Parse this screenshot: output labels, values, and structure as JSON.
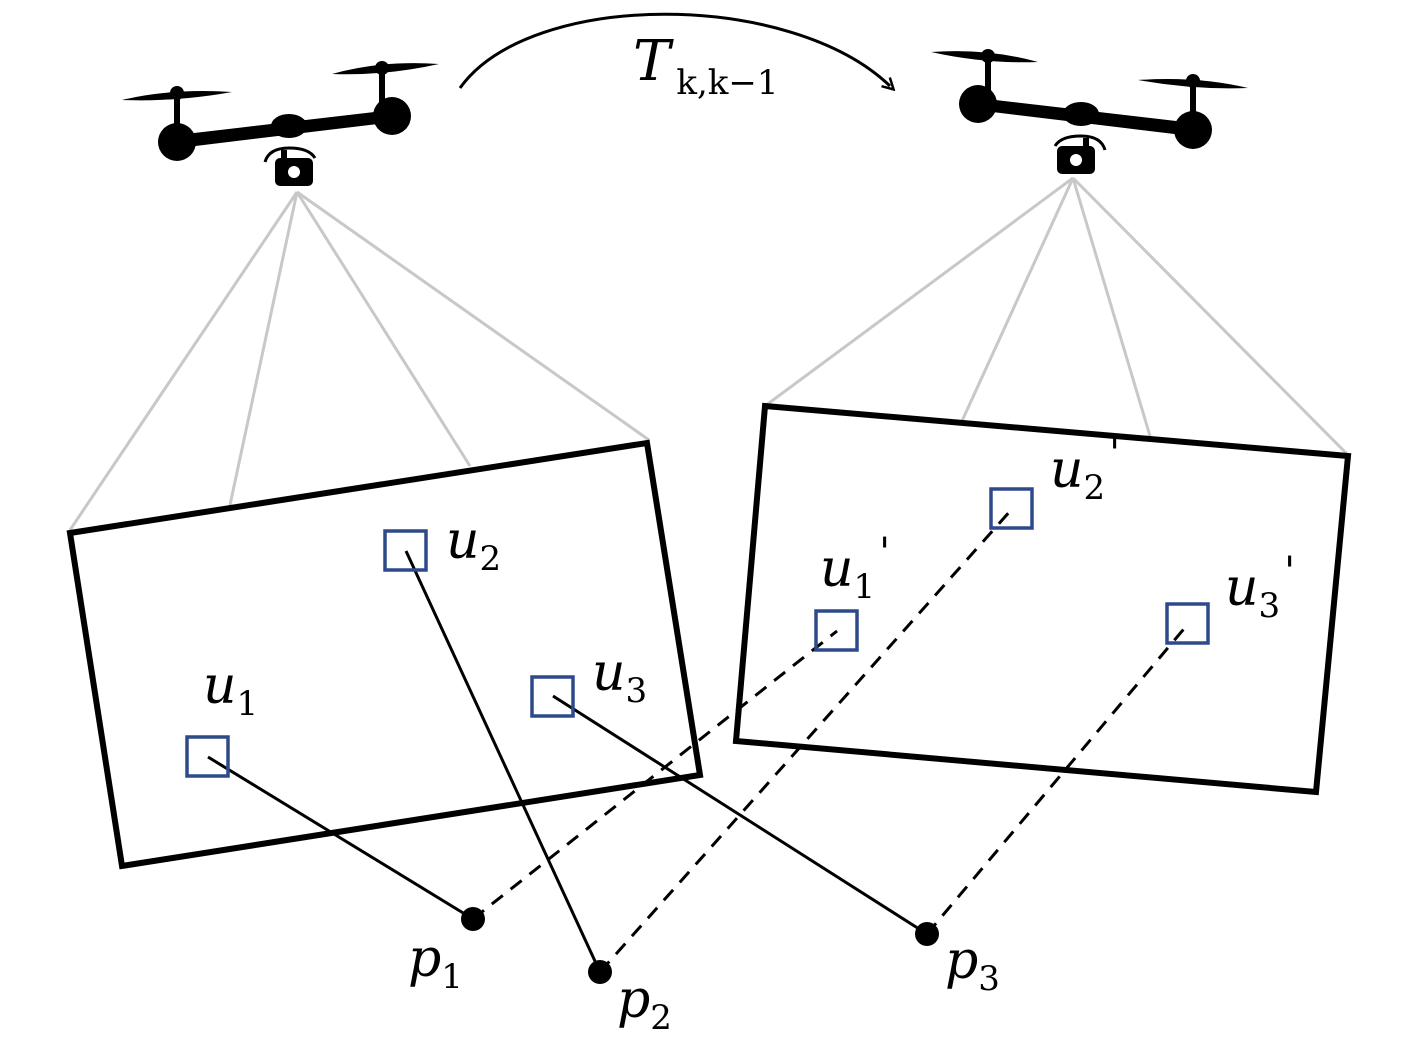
{
  "transform_label": {
    "main": "T",
    "sub": "k,k−1"
  },
  "colors": {
    "frame": "#000000",
    "ray": "#c8c8c8",
    "feature": "#2e4a8a",
    "drone": "#000000"
  },
  "drones": [
    {
      "id": "drone-left",
      "icon": "quadcopter-camera-icon"
    },
    {
      "id": "drone-right",
      "icon": "quadcopter-camera-icon"
    }
  ],
  "image_frames": [
    "image-frame-k-1",
    "image-frame-k"
  ],
  "features_left": [
    {
      "main": "u",
      "sub": "1",
      "prime": ""
    },
    {
      "main": "u",
      "sub": "2",
      "prime": ""
    },
    {
      "main": "u",
      "sub": "3",
      "prime": ""
    }
  ],
  "features_right": [
    {
      "main": "u",
      "sub": "1",
      "prime": "'"
    },
    {
      "main": "u",
      "sub": "2",
      "prime": "'"
    },
    {
      "main": "u",
      "sub": "3",
      "prime": "'"
    }
  ],
  "points": [
    {
      "main": "p",
      "sub": "1"
    },
    {
      "main": "p",
      "sub": "2"
    },
    {
      "main": "p",
      "sub": "3"
    }
  ]
}
